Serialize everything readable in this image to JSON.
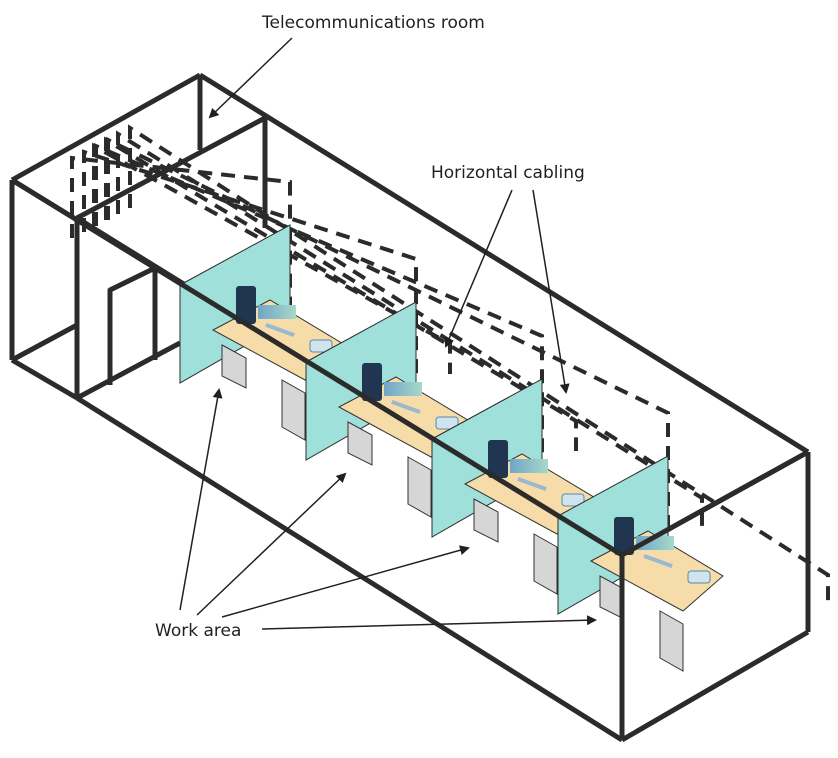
{
  "diagram": {
    "title": "",
    "labels": {
      "telecom_room": "Telecommunications room",
      "horizontal_cabling": "Horizontal cabling",
      "work_area": "Work area"
    },
    "workstation_count": 4,
    "workstations": [
      {
        "name": "workstation-1",
        "items": [
          "partition",
          "desk",
          "computer-tower",
          "monitor",
          "keyboard",
          "telephone"
        ]
      },
      {
        "name": "workstation-2",
        "items": [
          "partition",
          "desk",
          "computer-tower",
          "monitor",
          "keyboard",
          "telephone"
        ]
      },
      {
        "name": "workstation-3",
        "items": [
          "partition",
          "desk",
          "computer-tower",
          "monitor",
          "keyboard",
          "telephone"
        ]
      },
      {
        "name": "workstation-4",
        "items": [
          "partition",
          "desk",
          "computer-tower",
          "monitor",
          "keyboard",
          "telephone"
        ]
      }
    ],
    "colors": {
      "frame": "#2b2b2b",
      "partition": "#9fe0da",
      "desk_top": "#f6dca8",
      "desk_leg": "#d6d6d6",
      "cable": "#2b2b2b",
      "tower": "#1f3550",
      "monitor": "#7fb8c9",
      "text": "#231f20"
    }
  }
}
